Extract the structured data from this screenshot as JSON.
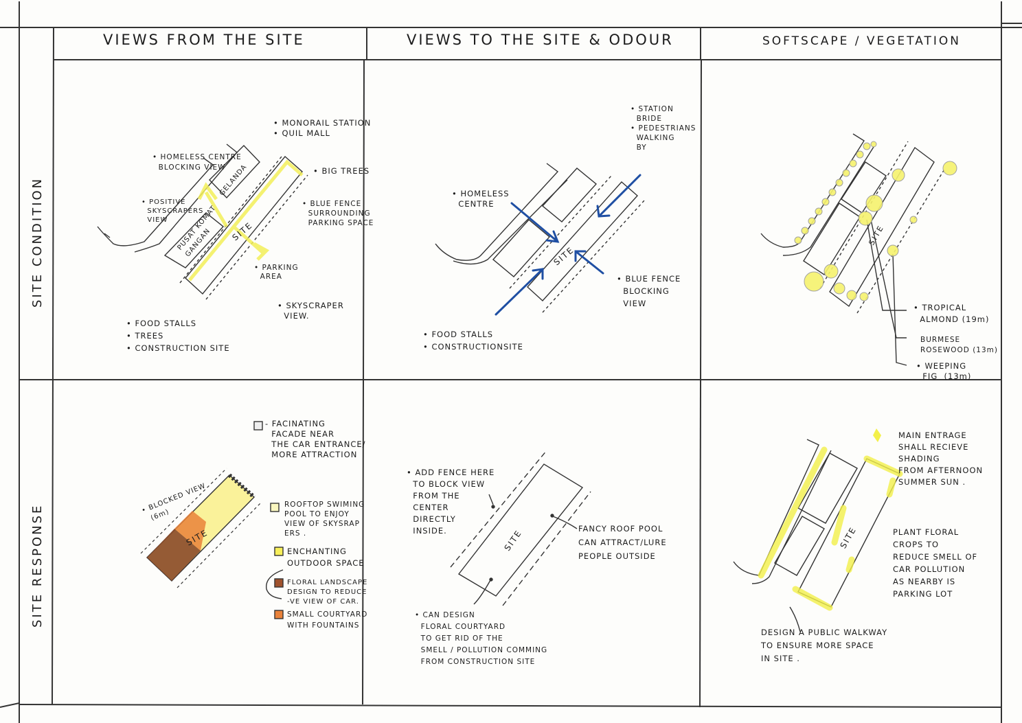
{
  "headers": {
    "col1": "VIEWS FROM THE SITE",
    "col2": "VIEWS TO THE SITE & ODOUR",
    "col3": "SOFTSCAPE / VEGETATION"
  },
  "rows": {
    "row1": "SITE CONDITION",
    "row2": "SITE RESPONSE"
  },
  "site_label": "SITE",
  "cell_1_1": {
    "monorail": "• MONORAIL STATION\n• QUIL MALL",
    "homeless": "• HOMELESS CENTRE\n  BLOCKING VIEW",
    "big_trees": "• BIG TREES",
    "positive": "• POSITIVE\n  SKYSCRAPERS\n  VIEW",
    "blue_fence": "• BLUE FENCE\n  SURROUNDING\n  PARKING SPACE",
    "pusat": "PUSAT KOMAT\nGANGAN",
    "gelanda": "GELANDA",
    "parking": "• PARKING\n  AREA",
    "skyscraper": "• SKYSCRAPER\n  VIEW.",
    "food": "• FOOD STALLS\n• TREES\n• CONSTRUCTION SITE"
  },
  "cell_1_2": {
    "station": "• STATION\n  BRIDE\n• PEDESTRIANS\n  WALKING\n  BY",
    "homeless": "• HOMELESS\n  CENTRE",
    "blue_fence": "• BLUE FENCE\n  BLOCKING\n  VIEW",
    "food": "• FOOD STALLS\n• CONSTRUCTIONSITE"
  },
  "cell_1_3": {
    "tropical": "• TROPICAL\n  ALMOND (19m)",
    "burmese": "BURMESE\nROSEWOOD (13m)",
    "weeping": "• WEEPING\n  FIG  (13m)"
  },
  "cell_2_1": {
    "facade": "- FACINATING\n  FACADE NEAR\n  THE CAR ENTRANCE/\n  MORE ATTRACTION",
    "blocked": "• BLOCKED VIEW\n  (6m)",
    "rooftop": "ROOFTOP SWIMING\nPOOL TO ENJOY\nVIEW OF SKYSRAP\nERS .",
    "enchanting": "ENCHANTING\nOUTDOOR SPACE",
    "floral": "FLORAL LANDSCAPE\nDESIGN TO REDUCE\n-VE VIEW OF CAR.",
    "courtyard": "SMALL COURTYARD\nWITH FOUNTAINS"
  },
  "cell_2_2": {
    "fence": "• ADD FENCE HERE\n  TO BLOCK VIEW\n  FROM THE\n  CENTER\n  DIRECTLY\n  INSIDE.",
    "pool": "FANCY ROOF POOL\nCAN ATTRACT/LURE\nPEOPLE OUTSIDE",
    "courtyard": "• CAN DESIGN\n  FLORAL COURTYARD\n  TO GET RID OF THE\n  SMELL / POLLUTION COMMING\n  FROM CONSTRUCTION SITE"
  },
  "cell_2_3": {
    "entrance": "MAIN ENTRAGE\nSHALL RECIEVE\nSHADING\nFROM AFTERNOON\nSUMMER SUN .",
    "plant": "PLANT FLORAL\nCROPS TO\nREDUCE SMELL OF\nCAR POLLUTION\nAS NEARBY IS\nPARKING LOT",
    "walkway": "DESIGN A PUBLIC WALKWAY\nTO ENSURE MORE SPACE\nIN SITE ."
  },
  "colors": {
    "ink": "#222222",
    "highlight": "#f3f04a",
    "blue_arrow": "#1f4fa3",
    "orange": "#e9823a",
    "brown": "#8a4a2a",
    "yellow_soft": "#f7f29a"
  }
}
